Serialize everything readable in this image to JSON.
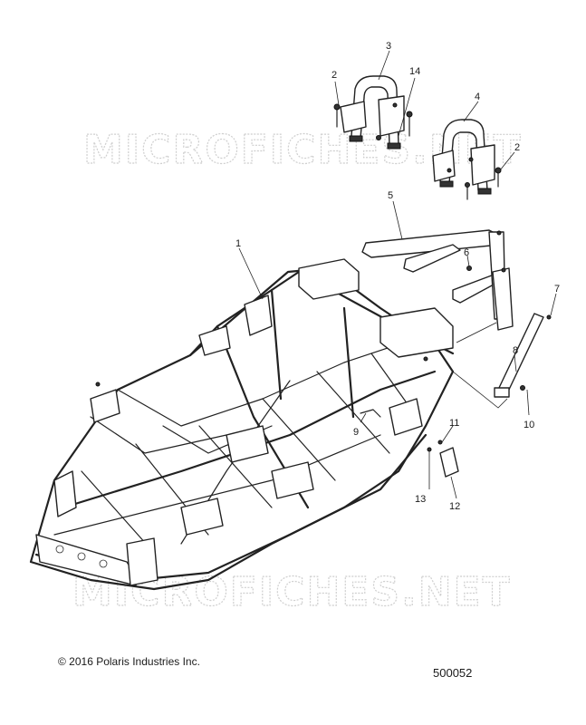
{
  "watermark": "MICROFICHES.NET",
  "callouts": {
    "c1": "1",
    "c2a": "2",
    "c2b": "2",
    "c3": "3",
    "c4": "4",
    "c5": "5",
    "c6": "6",
    "c7": "7",
    "c8": "8",
    "c9": "9",
    "c10": "10",
    "c11": "11",
    "c12": "12",
    "c13": "13",
    "c14": "14"
  },
  "footer": {
    "copyright": "© 2016 Polaris Industries Inc.",
    "drawing_number": "500052"
  }
}
